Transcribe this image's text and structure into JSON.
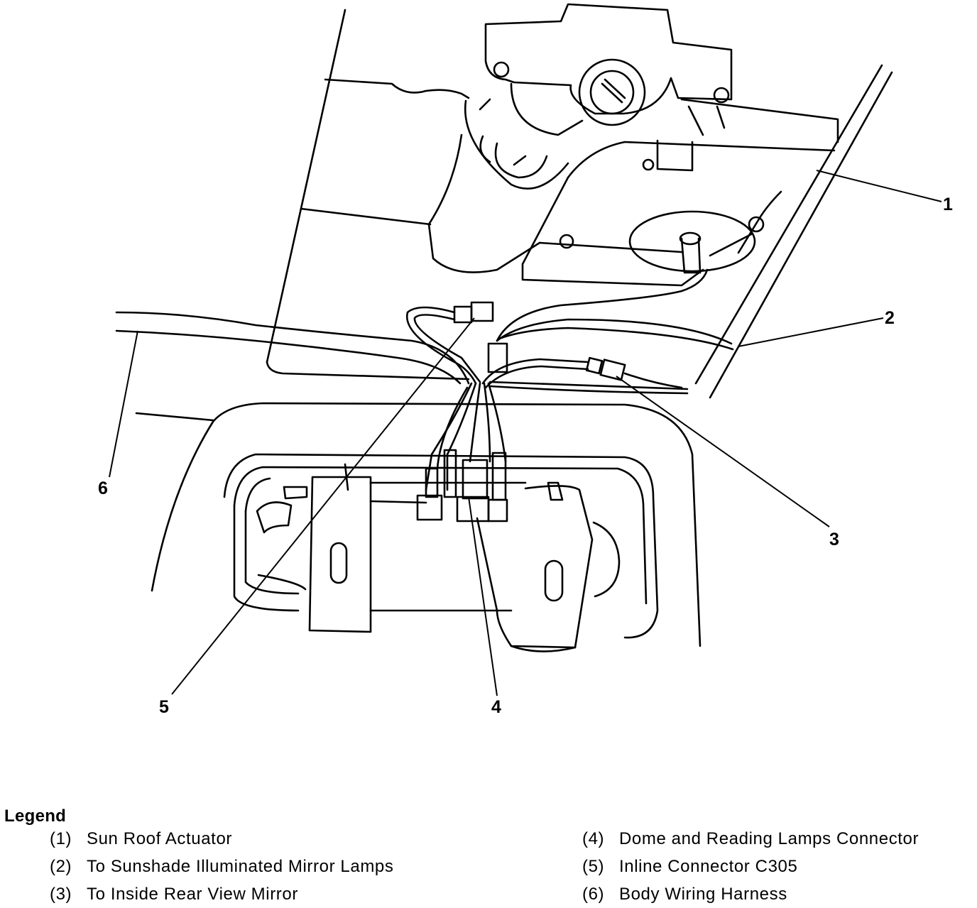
{
  "callouts": [
    "1",
    "2",
    "3",
    "4",
    "5",
    "6"
  ],
  "legend": {
    "title": "Legend",
    "items": [
      {
        "num": "(1)",
        "text": "Sun Roof Actuator"
      },
      {
        "num": "(2)",
        "text": "To Sunshade Illuminated Mirror Lamps"
      },
      {
        "num": "(3)",
        "text": "To Inside Rear View Mirror"
      },
      {
        "num": "(4)",
        "text": "Dome and Reading Lamps Connector"
      },
      {
        "num": "(5)",
        "text": "Inline Connector C305"
      },
      {
        "num": "(6)",
        "text": "Body Wiring Harness"
      }
    ]
  }
}
